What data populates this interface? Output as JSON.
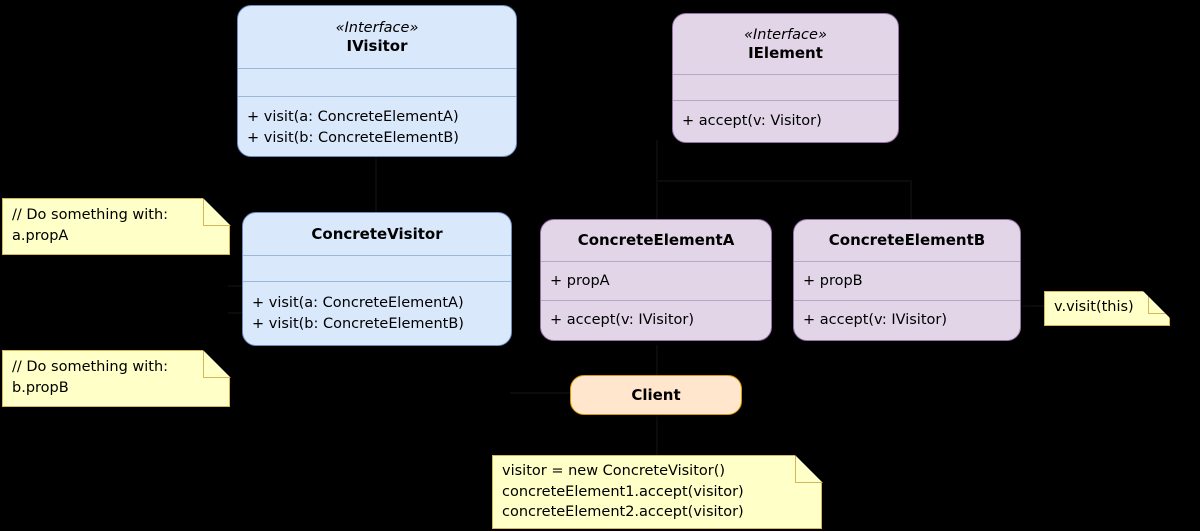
{
  "diagram": {
    "title": "Visitor design pattern UML class diagram",
    "background_color": "#000000",
    "palette": {
      "blue_fill": "#dae8fc",
      "blue_border": "#6c8ebf",
      "purple_fill": "#e1d5e7",
      "purple_border": "#9673a6",
      "orange_fill": "#ffe6cc",
      "orange_border": "#d79b00",
      "note_fill": "#ffffc8",
      "note_border": "#d6b656"
    }
  },
  "classes": {
    "ivisitor": {
      "stereotype": "«Interface»",
      "name": "IVisitor",
      "attributes": [],
      "operations": [
        "+ visit(a: ConcreteElementA)",
        "+ visit(b: ConcreteElementB)"
      ]
    },
    "ielement": {
      "stereotype": "«Interface»",
      "name": "IElement",
      "attributes": [],
      "operations": [
        "+ accept(v: Visitor)"
      ]
    },
    "concrete_visitor": {
      "stereotype": "",
      "name": "ConcreteVisitor",
      "attributes": [],
      "operations": [
        "+ visit(a: ConcreteElementA)",
        "+ visit(b: ConcreteElementB)"
      ]
    },
    "concrete_element_a": {
      "name": "ConcreteElementA",
      "attribute": "+ propA",
      "operation": "+ accept(v: IVisitor)"
    },
    "concrete_element_b": {
      "name": "ConcreteElementB",
      "attribute": "+ propB",
      "operation": "+ accept(v: IVisitor)"
    },
    "client": {
      "name": "Client"
    }
  },
  "notes": {
    "note_prop_a": "// Do something with:\na.propA",
    "note_prop_b": "// Do something with:\nb.propB",
    "note_visit_this": "v.visit(this)",
    "note_client_code": "visitor = new ConcreteVisitor()\nconcreteElement1.accept(visitor)\nconcreteElement2.accept(visitor)"
  }
}
